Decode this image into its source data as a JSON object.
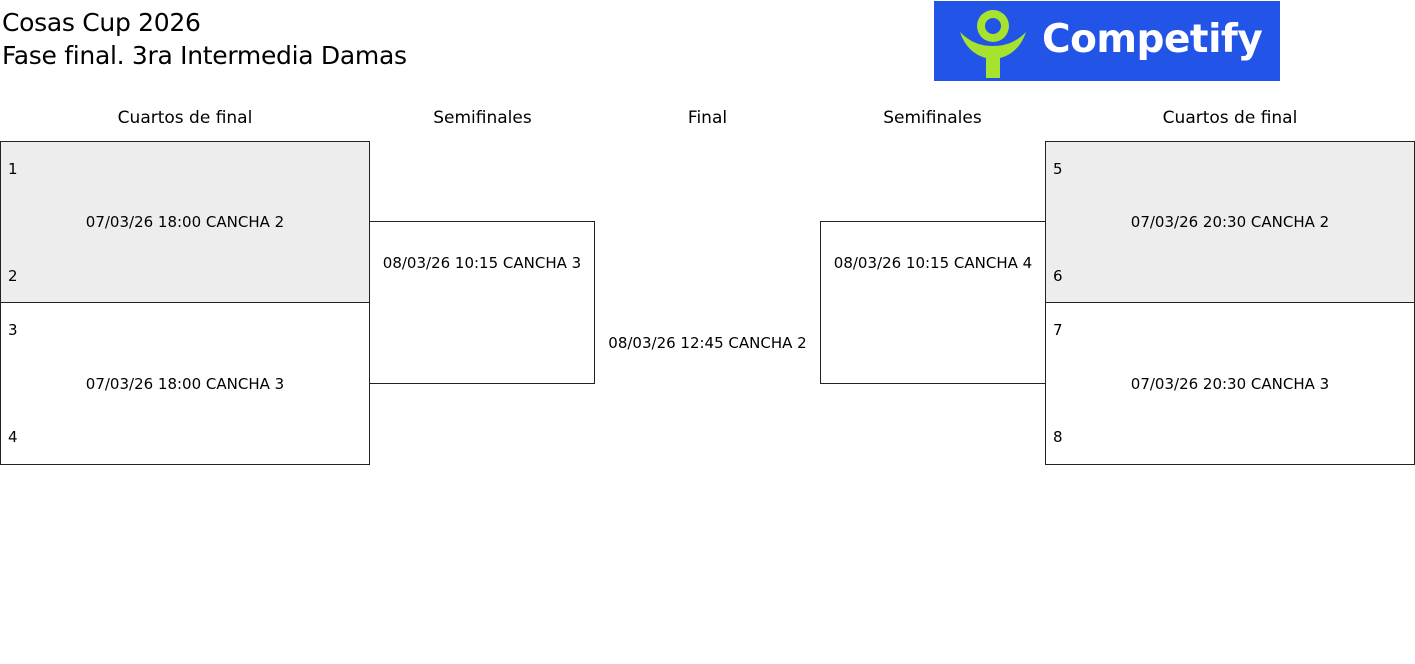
{
  "header": {
    "title_line1": "Cosas Cup 2026",
    "title_line2": "Fase final. 3ra Intermedia Damas"
  },
  "logo": {
    "text": "Competify",
    "icon": "person-icon",
    "bg_color": "#2354e8",
    "icon_color": "#a6e22e"
  },
  "rounds": {
    "left_quarterfinals": "Cuartos de final",
    "left_semifinals": "Semifinales",
    "final": "Final",
    "right_semifinals": "Semifinales",
    "right_quarterfinals": "Cuartos de final"
  },
  "matches": {
    "qf1": {
      "seed_top": "1",
      "seed_bottom": "2",
      "info": "07/03/26 18:00 CANCHA 2"
    },
    "qf2": {
      "seed_top": "3",
      "seed_bottom": "4",
      "info": "07/03/26 18:00 CANCHA 3"
    },
    "qf3": {
      "seed_top": "5",
      "seed_bottom": "6",
      "info": "07/03/26 20:30 CANCHA 2"
    },
    "qf4": {
      "seed_top": "7",
      "seed_bottom": "8",
      "info": "07/03/26 20:30 CANCHA 3"
    },
    "sf1": {
      "info": "08/03/26 10:15 CANCHA 3"
    },
    "sf2": {
      "info": "08/03/26 10:15 CANCHA 4"
    },
    "final": {
      "info": "08/03/26 12:45 CANCHA 2"
    }
  }
}
